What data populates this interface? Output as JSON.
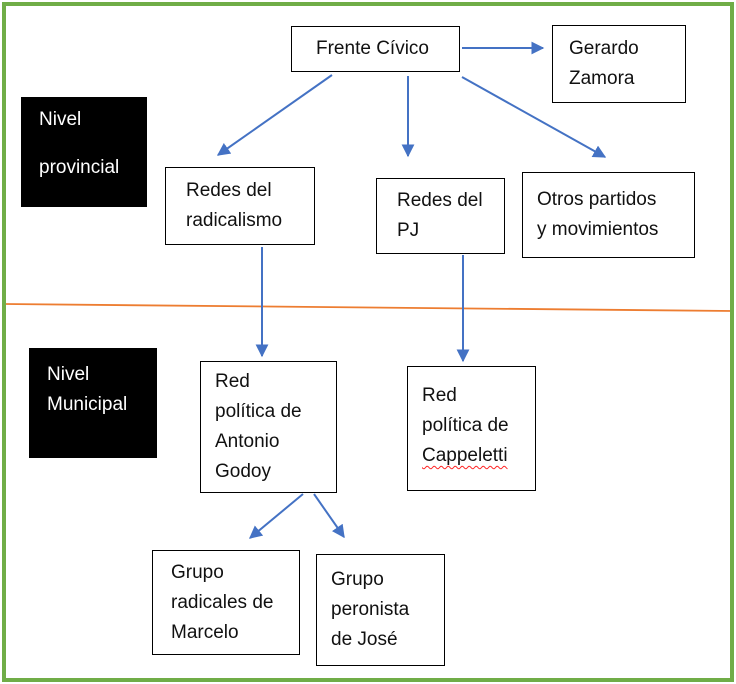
{
  "colors": {
    "border_green": "#70AD47",
    "divider_orange": "#ED7D31",
    "arrow_blue": "#4472C4",
    "level_box_bg": "#000000",
    "level_box_text": "#FFFFFF"
  },
  "levels": {
    "provincial": {
      "lines": [
        "Nivel",
        "provincial"
      ]
    },
    "municipal": {
      "lines": [
        "Nivel",
        "Municipal"
      ]
    }
  },
  "nodes": {
    "frente_civico": {
      "lines": [
        "Frente Cívico"
      ]
    },
    "gerardo_zamora": {
      "lines": [
        "Gerardo",
        "Zamora"
      ]
    },
    "redes_radicalismo": {
      "lines": [
        "Redes del",
        "radicalismo"
      ]
    },
    "redes_pj": {
      "lines": [
        "Redes del",
        "PJ"
      ]
    },
    "otros_partidos": {
      "lines": [
        "Otros partidos",
        "y movimientos"
      ]
    },
    "red_godoy": {
      "lines": [
        "Red",
        "política de",
        "Antonio",
        "Godoy"
      ]
    },
    "red_cappeletti": {
      "lines": [
        "Red",
        "política de",
        "Cappeletti"
      ]
    },
    "grupo_marcelo": {
      "lines": [
        "Grupo",
        "radicales de",
        "Marcelo"
      ]
    },
    "grupo_jose": {
      "lines": [
        "Grupo",
        "peronista",
        "de José"
      ]
    }
  },
  "edges": [
    {
      "from": "Frente Cívico",
      "to": "Gerardo Zamora"
    },
    {
      "from": "Frente Cívico",
      "to": "Redes del radicalismo"
    },
    {
      "from": "Frente Cívico",
      "to": "Redes del PJ"
    },
    {
      "from": "Frente Cívico",
      "to": "Otros partidos y movimientos"
    },
    {
      "from": "Redes del radicalismo",
      "to": "Red política de Antonio Godoy"
    },
    {
      "from": "Redes del PJ",
      "to": "Red política de Cappeletti"
    },
    {
      "from": "Red política de Antonio Godoy",
      "to": "Grupo radicales de Marcelo"
    },
    {
      "from": "Red política de Antonio Godoy",
      "to": "Grupo peronista de José"
    }
  ]
}
